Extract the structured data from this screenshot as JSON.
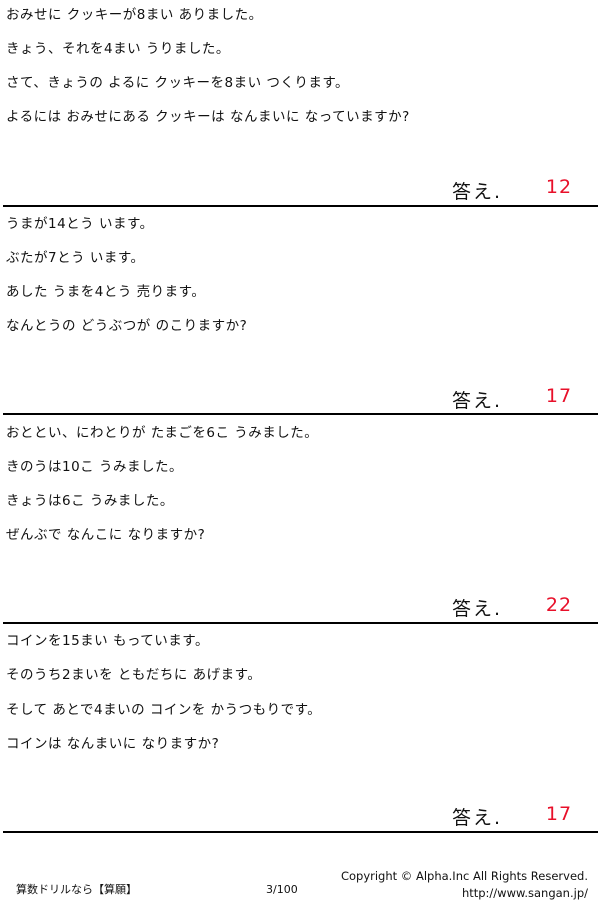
{
  "problems": [
    {
      "lines": [
        "おみせに クッキーが8まい ありました。",
        "きょう、それを4まい うりました。",
        "さて、きょうの よるに クッキーを8まい つくります。",
        "よるには おみせにある クッキーは なんまいに なっていますか?"
      ],
      "answer_label": "答え.",
      "answer": "12"
    },
    {
      "lines": [
        "うまが14とう います。",
        "ぶたが7とう います。",
        "あした うまを4とう 売ります。",
        "なんとうの どうぶつが のこりますか?"
      ],
      "answer_label": "答え.",
      "answer": "17"
    },
    {
      "lines": [
        "おととい、にわとりが たまごを6こ うみました。",
        "きのうは10こ うみました。",
        "きょうは6こ うみました。",
        "ぜんぶで なんこに なりますか?"
      ],
      "answer_label": "答え.",
      "answer": "22"
    },
    {
      "lines": [
        "コインを15まい もっています。",
        "そのうち2まいを ともだちに あげます。",
        "そして あとで4まいの コインを かうつもりです。",
        "コインは なんまいに なりますか?"
      ],
      "answer_label": "答え.",
      "answer": "17"
    }
  ],
  "footer": {
    "left": "算数ドリルなら【算願】",
    "page": "3/100",
    "copyright": "Copyright ©  Alpha.Inc All Rights Reserved.",
    "url": "http://www.sangan.jp/"
  },
  "colors": {
    "answer": "#e8102a",
    "text": "#111111",
    "rule": "#000000"
  }
}
